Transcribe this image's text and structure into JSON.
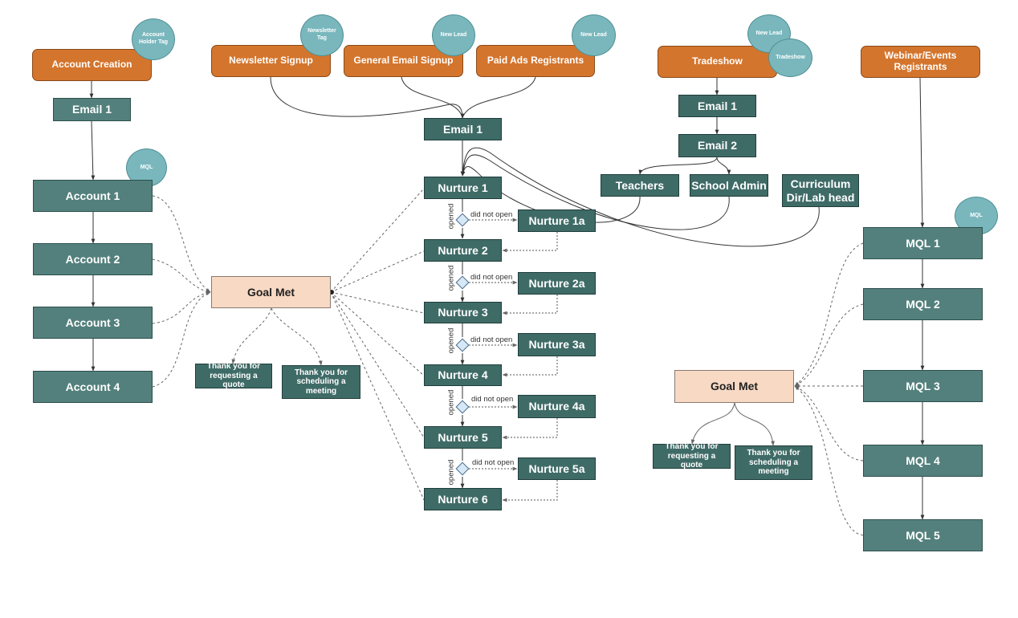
{
  "sources": {
    "account_creation": "Account Creation",
    "newsletter_signup": "Newsletter Signup",
    "general_email_signup": "General Email Signup",
    "paid_ads_registrants": "Paid Ads Registrants",
    "tradeshow": "Tradeshow",
    "webinar_registrants": "Webinar/Events Registrants"
  },
  "tags": {
    "account_holder": "Account Holder Tag",
    "mql_account": "MQL",
    "newsletter": "Newsletter Tag",
    "new_lead_general": "New Lead",
    "new_lead_paid": "New Lead",
    "new_lead_tradeshow": "New Lead",
    "tradeshow": "Tradeshow",
    "mql_webinar": "MQL"
  },
  "account_track": {
    "email_1": "Email 1",
    "account_1": "Account 1",
    "account_2": "Account 2",
    "account_3": "Account 3",
    "account_4": "Account 4"
  },
  "goal_left": {
    "label": "Goal Met",
    "quote": "Thank you for requesting a quote",
    "meeting": "Thank you for scheduling a meeting"
  },
  "nurture_track": {
    "email_1": "Email 1",
    "nurture_1": "Nurture 1",
    "nurture_2": "Nurture 2",
    "nurture_3": "Nurture 3",
    "nurture_4": "Nurture 4",
    "nurture_5": "Nurture 5",
    "nurture_6": "Nurture 6",
    "nurture_1a": "Nurture 1a",
    "nurture_2a": "Nurture 2a",
    "nurture_3a": "Nurture 3a",
    "nurture_4a": "Nurture 4a",
    "nurture_5a": "Nurture 5a",
    "opened": "opened",
    "did_not_open": "did not open"
  },
  "tradeshow_track": {
    "email_1": "Email 1",
    "email_2": "Email 2",
    "teachers": "Teachers",
    "school_admin": "School Admin",
    "curriculum": "Curriculum Dir/Lab head"
  },
  "mql_track": {
    "mql_1": "MQL 1",
    "mql_2": "MQL 2",
    "mql_3": "MQL 3",
    "mql_4": "MQL 4",
    "mql_5": "MQL 5"
  },
  "goal_right": {
    "label": "Goal Met",
    "quote": "Thank you for requesting a quote",
    "meeting": "Thank you for scheduling a meeting"
  },
  "colors": {
    "source": "#d4752d",
    "step": "#3f6b67",
    "tag": "#79b7bd",
    "goal": "#f7d9c4"
  }
}
